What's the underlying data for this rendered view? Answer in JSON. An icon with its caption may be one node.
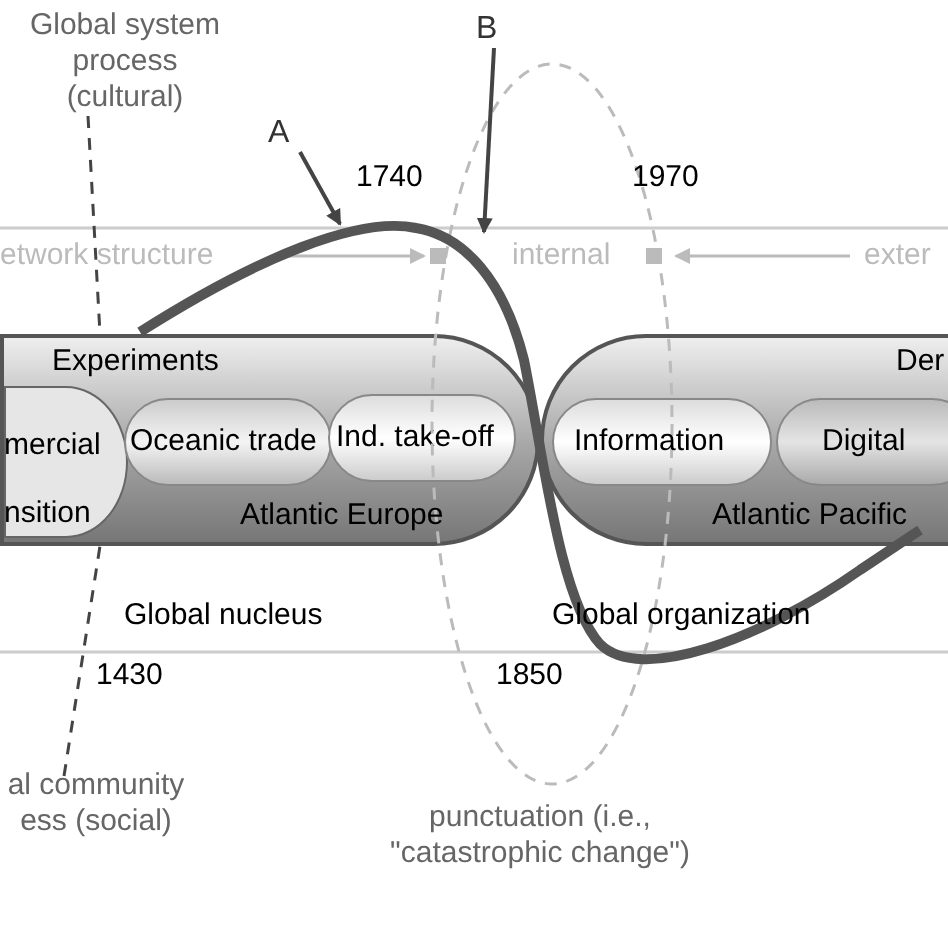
{
  "diagram": {
    "nodes": [
      {
        "text": [
          "Global system process (cultural)"
        ]
      },
      {
        "text": [
          "al community ess (social)"
        ]
      },
      {
        "text": [
          "punctuation (i.e., \"catastrophic change\")"
        ]
      },
      {
        "text": [
          "A"
        ]
      },
      {
        "text": [
          "B"
        ]
      },
      {
        "text": [
          "Experiments",
          "Atlantic Europe"
        ]
      },
      {
        "text": [
          "mercial",
          "nsition"
        ],
        "in": 5
      },
      {
        "text": [
          "Oceanic trade"
        ],
        "in": 5
      },
      {
        "text": [
          "Ind. take-off"
        ]
      },
      {
        "text": [
          "Der",
          "Atlantic Pacific"
        ]
      },
      {
        "text": [
          "Information"
        ],
        "in": 9
      },
      {
        "text": [
          "Digital"
        ],
        "in": 9
      },
      {
        "text": [],
        "shape": "curve"
      }
    ],
    "edges": [
      {
        "from": 0,
        "to": 5,
        "arrow": "none",
        "style": "dashed"
      },
      {
        "from": 3,
        "to": 12,
        "arrow": "to"
      },
      {
        "from": 4,
        "to": 12,
        "arrow": "to"
      },
      {
        "from": 1,
        "to": 5,
        "arrow": "none",
        "style": "dashed"
      }
    ],
    "labels": [
      "1740",
      "1970",
      "etwork structure",
      "internal",
      "exter",
      "Global nucleus",
      "Global organization",
      "1430",
      "1850"
    ]
  }
}
